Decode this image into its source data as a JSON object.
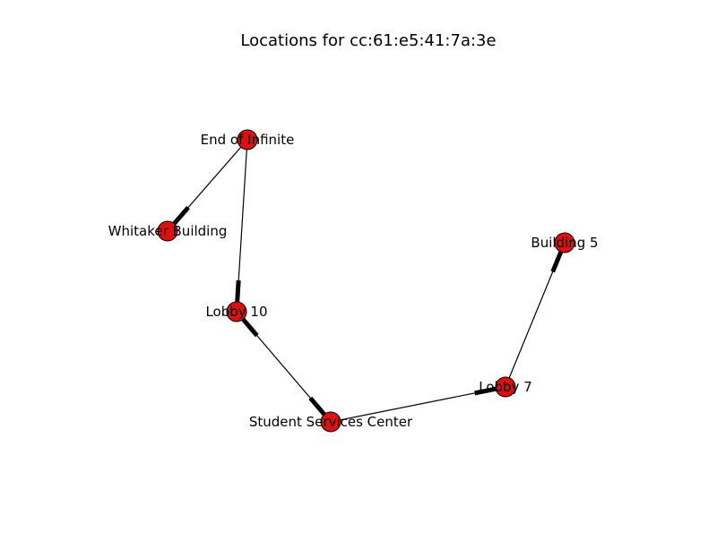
{
  "title": "Locations for cc:61:e5:41:7a:3e",
  "colors": {
    "node_fill": "#e01010",
    "node_stroke": "#000000",
    "edge": "#000000",
    "background": "#ffffff"
  },
  "nodes": [
    {
      "id": "end-of-infinite",
      "label": "End of Infinite"
    },
    {
      "id": "whitaker-building",
      "label": "Whitaker Building"
    },
    {
      "id": "lobby-10",
      "label": "Lobby 10"
    },
    {
      "id": "student-services-center",
      "label": "Student Services Center"
    },
    {
      "id": "lobby-7",
      "label": "Lobby 7"
    },
    {
      "id": "building-5",
      "label": "Building 5"
    }
  ],
  "edges": [
    {
      "source": "end-of-infinite",
      "target": "whitaker-building",
      "direction": "to-target"
    },
    {
      "source": "end-of-infinite",
      "target": "lobby-10",
      "direction": "to-target"
    },
    {
      "source": "lobby-10",
      "target": "student-services-center",
      "direction": "both"
    },
    {
      "source": "student-services-center",
      "target": "lobby-7",
      "direction": "to-target"
    },
    {
      "source": "lobby-7",
      "target": "building-5",
      "direction": "to-target"
    }
  ]
}
